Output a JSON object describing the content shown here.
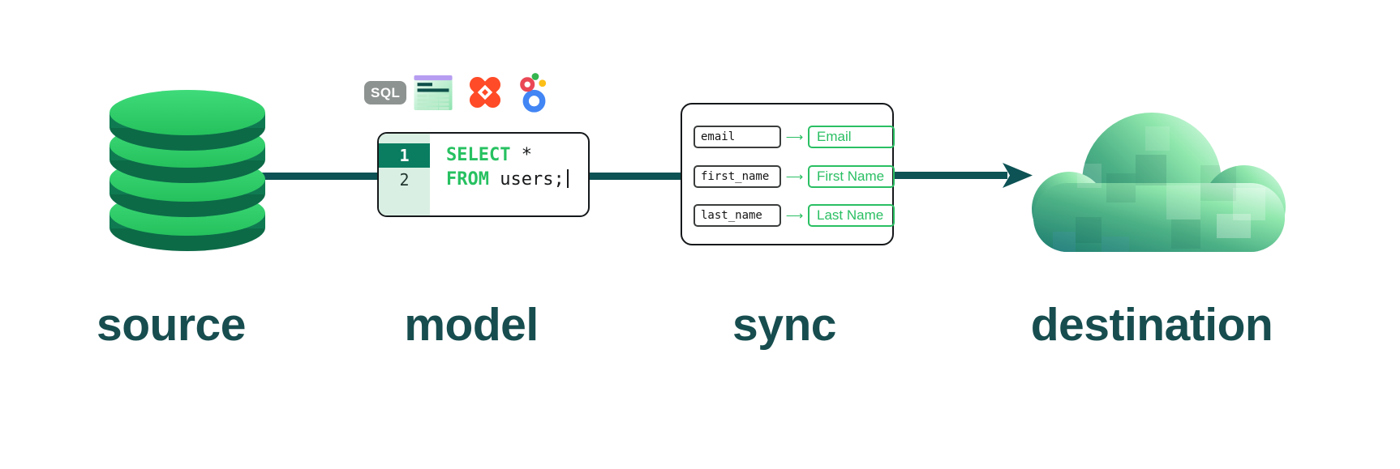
{
  "stages": {
    "source": {
      "label": "source"
    },
    "model": {
      "label": "model"
    },
    "sync": {
      "label": "sync"
    },
    "destination": {
      "label": "destination"
    }
  },
  "model_block": {
    "badge": "SQL",
    "icons": [
      "sql-badge",
      "spreadsheet-icon",
      "dbt-icon",
      "looker-icon"
    ],
    "code": [
      {
        "num": "1",
        "keyword": "SELECT",
        "rest": " *"
      },
      {
        "num": "2",
        "keyword": "FROM",
        "rest": " users;"
      }
    ]
  },
  "sync_block": {
    "arrow": "⟶",
    "mappings": [
      {
        "source": "email",
        "target": "Email"
      },
      {
        "source": "first_name",
        "target": "First Name"
      },
      {
        "source": "last_name",
        "target": "Last Name"
      }
    ]
  },
  "colors": {
    "green": "#27c161",
    "db_green_top": "#2fd06c",
    "db_green_side": "#107c54",
    "flow_teal": "#0d5254",
    "label_teal": "#174d4f",
    "gutter_bg": "#d9efe3",
    "active_line_bg": "#0a7d60",
    "sql_badge_gray": "#8d9391",
    "dbt_orange": "#ff4b27",
    "looker_blue": "#4285f4",
    "looker_red": "#ea4755",
    "looker_green": "#34b54f",
    "looker_yellow": "#fcbf17",
    "cloud_dark": "#1b7a6e",
    "cloud_light": "#eafff2"
  }
}
